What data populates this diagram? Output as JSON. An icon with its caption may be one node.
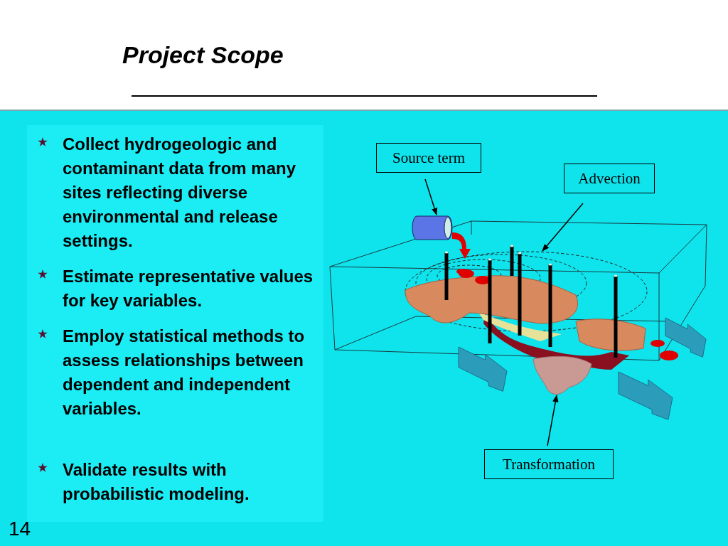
{
  "diagram": {
    "title": "Project Scope",
    "nodes": [
      {
        "text": [
          "Source term"
        ]
      },
      {
        "text": [
          "Advection"
        ]
      },
      {
        "text": [
          "Transformation"
        ]
      },
      {
        "text": [],
        "shape": "cylinder"
      },
      {
        "text": [],
        "shape": "picture"
      },
      {
        "text": [],
        "shape": "picture"
      }
    ],
    "edges": [
      {
        "from": 0,
        "to": 3,
        "arrow": "to"
      },
      {
        "from": 1,
        "to": 4,
        "arrow": "to"
      },
      {
        "from": 2,
        "to": 5,
        "arrow": "to"
      }
    ],
    "labels": [
      "Collect hydrogeologic and contaminant data from many sites reflecting diverse environmental and release settings.",
      "Estimate representative values for key variables.",
      "Employ statistical methods to assess relationships between dependent and independent variables.",
      "**Validate results with probabilistic modeling**.",
      "14"
    ]
  }
}
